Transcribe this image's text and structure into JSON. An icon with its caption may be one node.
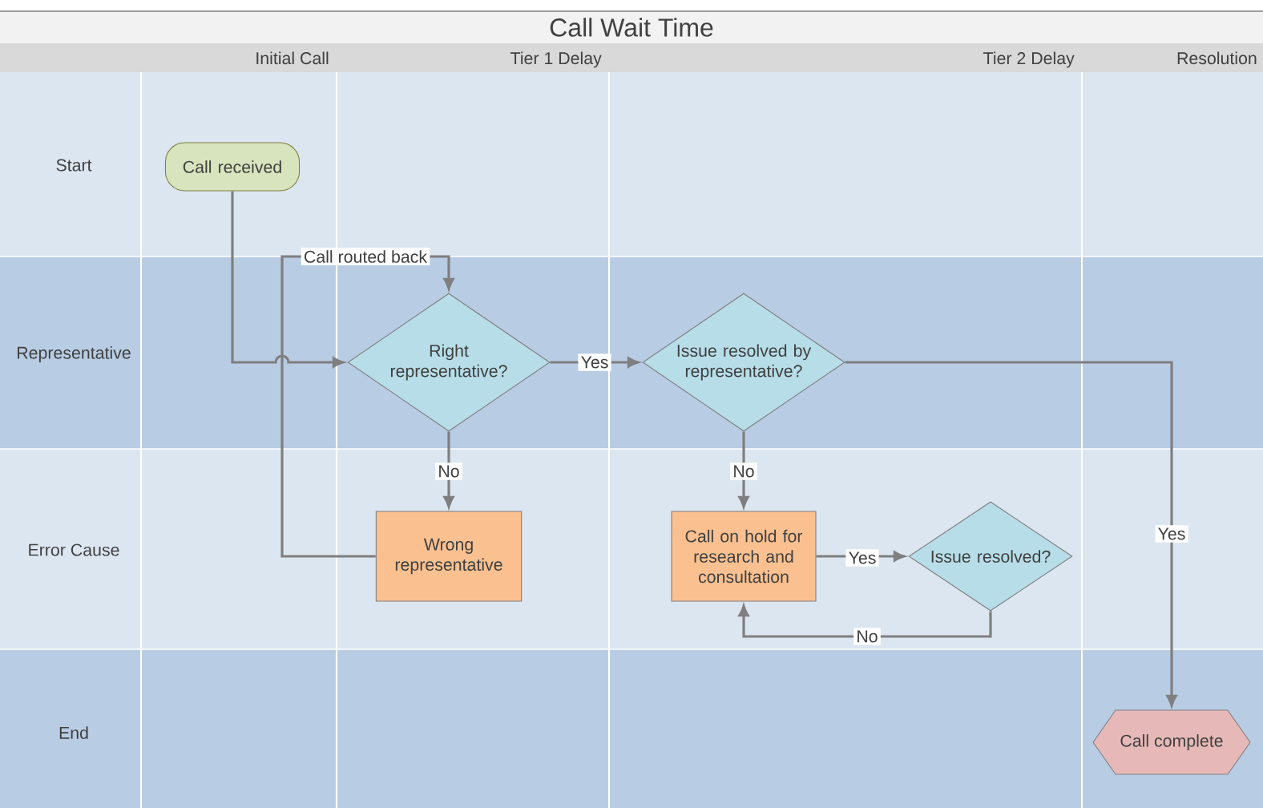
{
  "diagram": {
    "title": "Call Wait Time",
    "nodes": [
      {
        "text": [
          "Call received"
        ]
      },
      {
        "text": [
          "Right representative?"
        ]
      },
      {
        "text": [
          "Issue resolved by representative?"
        ]
      },
      {
        "text": [
          "Wrong representative"
        ]
      },
      {
        "text": [
          "Call on hold for research and consultation"
        ]
      },
      {
        "text": [
          "Issue resolved?"
        ]
      },
      {
        "text": [
          "Call complete"
        ]
      }
    ],
    "edges": [
      {
        "from": 0,
        "to": 1,
        "arrow": "to"
      },
      {
        "from": 1,
        "to": 2,
        "arrow": "to",
        "label": "Yes"
      },
      {
        "from": 1,
        "to": 3,
        "arrow": "to",
        "label": "No"
      },
      {
        "from": 3,
        "to": 1,
        "arrow": "to",
        "label": "Call routed back"
      },
      {
        "from": 2,
        "to": 4,
        "arrow": "to",
        "label": "No"
      },
      {
        "from": 2,
        "to": 6,
        "arrow": "to",
        "label": "Yes"
      },
      {
        "from": 4,
        "to": 5,
        "arrow": "to",
        "label": "Yes"
      },
      {
        "from": 5,
        "to": 4,
        "arrow": "to",
        "label": "No"
      }
    ],
    "labels": [
      "Initial Call",
      "Tier 1 Delay",
      "Tier 2 Delay",
      "Resolution",
      "Start",
      "Representative",
      "Error Cause",
      "End"
    ]
  }
}
